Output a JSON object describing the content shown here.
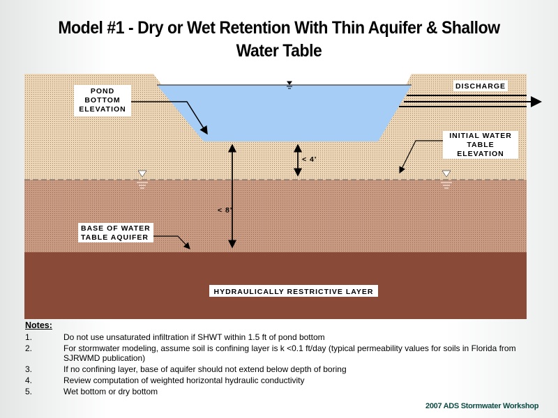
{
  "title": {
    "line1": "Model #1 - Dry or Wet Retention With Thin Aquifer & Shallow",
    "line2": "Water Table"
  },
  "diagram": {
    "pond_bottom": [
      "POND",
      "BOTTOM",
      "ELEVATION"
    ],
    "discharge": "DISCHARGE",
    "initial_wt": [
      "INITIAL WATER",
      "TABLE",
      "ELEVATION"
    ],
    "lt4": "< 4'",
    "lt8": "< 8'",
    "base": [
      "BASE OF WATER",
      "TABLE AQUIFER"
    ],
    "restrictive": "HYDRAULICALLY RESTRICTIVE LAYER",
    "colors": {
      "sand": "#e9d2b0",
      "aquifer": "#c89a80",
      "restrictive": "#8a4a38",
      "water": "#a6cdf5"
    }
  },
  "notes": {
    "heading": "Notes:",
    "items": [
      {
        "num": "1.",
        "text": "Do not use unsaturated infiltration if SHWT within 1.5 ft of pond bottom"
      },
      {
        "num": "2.",
        "text": "For stormwater modeling, assume soil is confining layer is k <0.1 ft/day (typical permeability values for soils in Florida from SJRWMD publication)"
      },
      {
        "num": "3.",
        "text": "If no confining layer, base of aquifer should not extend below depth of boring"
      },
      {
        "num": "4.",
        "text": "Review computation of weighted horizontal hydraulic conductivity"
      },
      {
        "num": "5.",
        "text": "Wet bottom or dry bottom"
      }
    ]
  },
  "footer": "2007 ADS Stormwater Workshop"
}
